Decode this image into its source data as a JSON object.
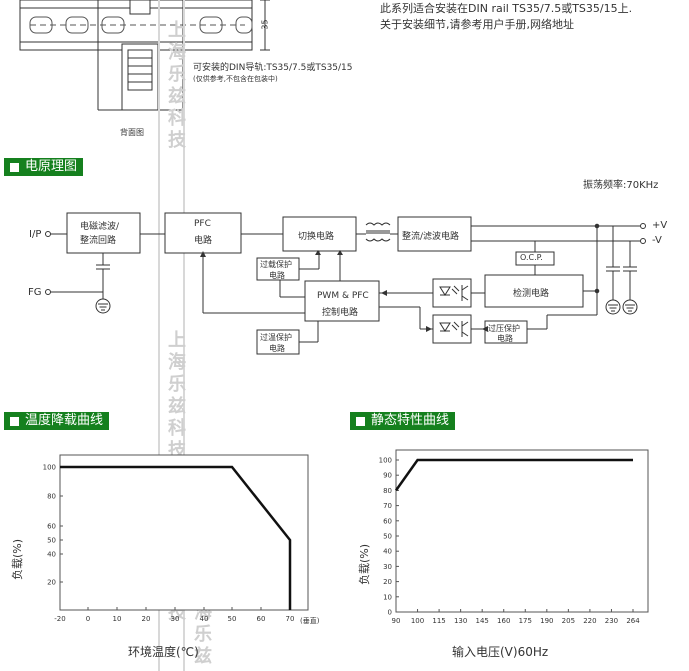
{
  "install": {
    "line1": "此系列适合安装在DIN rail TS35/7.5或TS35/15上.",
    "line2": "关于安装细节,请参考用户手册,网络地址",
    "rail_note": "可安装的DIN导轨:TS35/7.5或TS35/15",
    "rail_note2": "(仅供参考,不包含在包装中)",
    "dim_35": "35",
    "back_view": "背面图"
  },
  "watermark": {
    "text1": "上海乐兹科技",
    "text2": "上海乐兹科技",
    "text3": "上海乐兹科技"
  },
  "block": {
    "header": "电原理图",
    "freq": "振荡频率:70KHz",
    "ip": "I/P",
    "fg": "FG",
    "emi1": "电磁滤波/",
    "emi2": "整流回路",
    "pfc1": "PFC",
    "pfc2": "电路",
    "switch": "切换电路",
    "rect": "整流/滤波电路",
    "ocp": "O.C.P.",
    "detect": "检测电路",
    "olp1": "过载保护",
    "olp2": "电路",
    "ctrl1": "PWM & PFC",
    "ctrl2": "控制电路",
    "otp1": "过温保护",
    "otp2": "电路",
    "ovp1": "过压保护",
    "ovp2": "电路",
    "vplus": "+V",
    "vminus": "-V"
  },
  "derating": {
    "header": "温度降载曲线",
    "ylabel": "负载(%)",
    "xlabel": "环境温度(℃)",
    "xunit": "(垂直)"
  },
  "static": {
    "header": "静态特性曲线",
    "ylabel": "负载(%)",
    "xlabel": "输入电压(V)60Hz"
  },
  "chart_data": [
    {
      "type": "line",
      "title": "温度降载曲线",
      "xlabel": "环境温度(℃)",
      "ylabel": "负载(%)",
      "x_ticks": [
        -20,
        0,
        10,
        20,
        30,
        40,
        50,
        60,
        70
      ],
      "y_ticks": [
        20,
        40,
        50,
        60,
        80,
        100
      ],
      "xlim": [
        -20,
        80
      ],
      "ylim": [
        0,
        110
      ],
      "series": [
        {
          "x": [
            -20,
            50,
            70,
            70
          ],
          "y": [
            100,
            100,
            50,
            0
          ]
        }
      ]
    },
    {
      "type": "line",
      "title": "静态特性曲线",
      "xlabel": "输入电压(V)60Hz",
      "ylabel": "负载(%)",
      "x_ticks": [
        90,
        100,
        115,
        130,
        145,
        160,
        175,
        190,
        205,
        220,
        230,
        264
      ],
      "y_ticks": [
        0,
        10,
        20,
        30,
        40,
        50,
        60,
        70,
        80,
        90,
        100
      ],
      "xlim": [
        90,
        264
      ],
      "ylim": [
        0,
        105
      ],
      "series": [
        {
          "x": [
            90,
            100,
            264
          ],
          "y": [
            80,
            100,
            100
          ]
        }
      ]
    }
  ]
}
